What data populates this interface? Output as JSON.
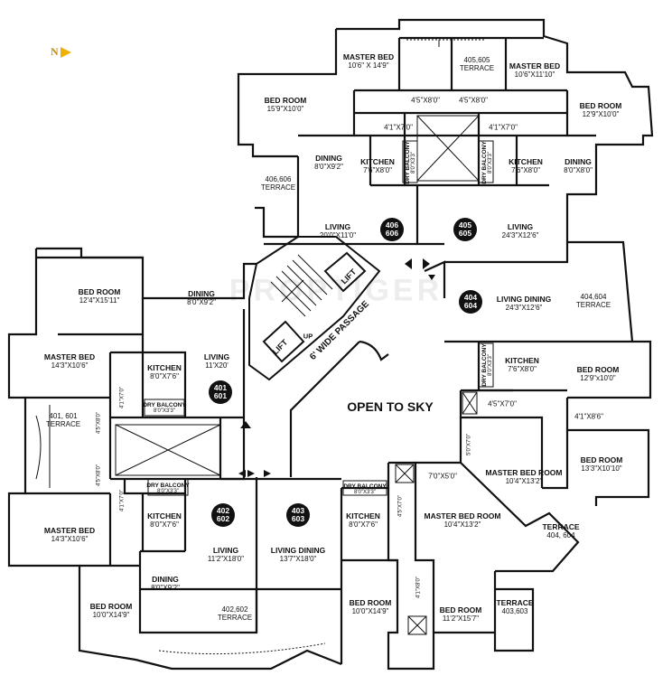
{
  "compass": {
    "letter": "N",
    "icon": "north-arrow-icon"
  },
  "watermark": "PROPTIGER",
  "open_to_sky": "OPEN TO SKY",
  "passage": "6' WIDE PASSAGE",
  "stair_up": "UP",
  "lift_label": "LIFT",
  "flat_badges": [
    {
      "a": "406",
      "b": "606"
    },
    {
      "a": "405",
      "b": "605"
    },
    {
      "a": "404",
      "b": "604"
    },
    {
      "a": "401",
      "b": "601"
    },
    {
      "a": "402",
      "b": "602"
    },
    {
      "a": "403",
      "b": "603"
    }
  ],
  "rooms": [
    {
      "name": "MASTER BED",
      "dim": "10'6\" X 14'9\""
    },
    {
      "name": "405,605",
      "dim": "TERRACE"
    },
    {
      "name": "MASTER BED",
      "dim": "10'6\"X11'10\""
    },
    {
      "name": "BED ROOM",
      "dim": "15'9\"X10'0\""
    },
    {
      "name": "BED ROOM",
      "dim": "12'9\"X10'0\""
    },
    {
      "name": "",
      "dim": "4'5\"X8'0\""
    },
    {
      "name": "",
      "dim": "4'5\"X8'0\""
    },
    {
      "name": "",
      "dim": "4'1\"X7'0\""
    },
    {
      "name": "",
      "dim": "4'1\"X7'0\""
    },
    {
      "name": "DINING",
      "dim": "8'0\"X9'2\""
    },
    {
      "name": "KITCHEN",
      "dim": "7'6\"X8'0\""
    },
    {
      "name": "KITCHEN",
      "dim": "7'6\"X8'0\""
    },
    {
      "name": "DINING",
      "dim": "8'0\"X8'0\""
    },
    {
      "name": "406,606",
      "dim": "TERRACE"
    },
    {
      "name": "LIVING",
      "dim": "20'0\"X11'0\""
    },
    {
      "name": "LIVING",
      "dim": "24'3\"X12'6\""
    },
    {
      "name": "BED ROOM",
      "dim": "12'4\"X15'11\""
    },
    {
      "name": "DINING",
      "dim": "8'0\"X9'2\""
    },
    {
      "name": "LIVING DINING",
      "dim": "24'3\"X12'6\""
    },
    {
      "name": "404,604",
      "dim": "TERRACE"
    },
    {
      "name": "MASTER BED",
      "dim": "14'3\"X10'6\""
    },
    {
      "name": "KITCHEN",
      "dim": "8'0\"X7'6\""
    },
    {
      "name": "LIVING",
      "dim": "11'X20'"
    },
    {
      "name": "KITCHEN",
      "dim": "7'6\"X8'0\""
    },
    {
      "name": "BED ROOM",
      "dim": "12'9\"x10'0\""
    },
    {
      "name": "",
      "dim": "4'5\"X7'0\""
    },
    {
      "name": "",
      "dim": "4'1\"X8'6\""
    },
    {
      "name": "401, 601",
      "dim": "TERRACE"
    },
    {
      "name": "BED ROOM",
      "dim": "13'3\"X10'10\""
    },
    {
      "name": "MASTER BED ROOM",
      "dim": "10'4\"X13'2\""
    },
    {
      "name": "",
      "dim": "7'0\"X5'0\""
    },
    {
      "name": "MASTER BED ROOM",
      "dim": "10'4\"X13'2\""
    },
    {
      "name": "TERRACE",
      "dim": "404, 604"
    },
    {
      "name": "MASTER BED",
      "dim": "14'3\"X10'6\""
    },
    {
      "name": "KITCHEN",
      "dim": "8'0\"X7'6\""
    },
    {
      "name": "LIVING",
      "dim": "11'2\"X18'0\""
    },
    {
      "name": "LIVING DINING",
      "dim": "13'7\"X18'0\""
    },
    {
      "name": "KITCHEN",
      "dim": "8'0\"X7'6\""
    },
    {
      "name": "DINING",
      "dim": "8'0\"X9'2\""
    },
    {
      "name": "BED ROOM",
      "dim": "10'0\"X14'9\""
    },
    {
      "name": "402,602",
      "dim": "TERRACE"
    },
    {
      "name": "BED ROOM",
      "dim": "10'0\"X14'9\""
    },
    {
      "name": "BED ROOM",
      "dim": "11'2\"X15'7\""
    },
    {
      "name": "TERRACE",
      "dim": "403,603"
    }
  ],
  "small_labels": {
    "dry_balcony": "DRY BALCONY",
    "db_dim_a": "8'0\"X3'3\"",
    "db_dim_b": "8'0\"X3'3\"",
    "db_dim_c": "8'0\"X3'3\"",
    "db_dim_d": "8'0\"X3'3\"",
    "db_dim_e": "8'0\"X3'3\"",
    "db_dim_f": "8'0\"X3'3\"",
    "v1": "4'1\"X7'0\"",
    "v2": "4'5\"X8'0\"",
    "v3": "4'5\"X8'0\"",
    "v4": "4'1\"X7'0\"",
    "v5": "5'0\"X7'0\"",
    "v6": "4'5\"X7'0\"",
    "v7": "4'1\"X8'0\""
  }
}
